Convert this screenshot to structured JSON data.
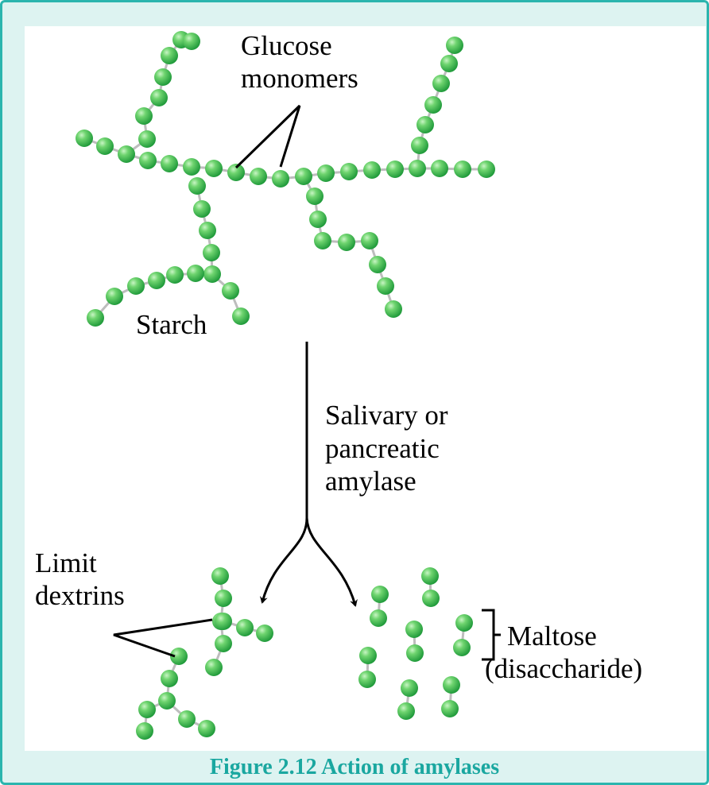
{
  "labels": {
    "glucose_line1": "Glucose",
    "glucose_line2": "monomers",
    "starch": "Starch",
    "enzyme_line1": "Salivary or",
    "enzyme_line2": "pancreatic",
    "enzyme_line3": "amylase",
    "limit_line1": "Limit",
    "limit_line2": "dextrins",
    "maltose_line1": "Maltose",
    "maltose_line2": "(disaccharide)"
  },
  "caption": "Figure 2.12 Action of amylases",
  "colors": {
    "border": "#2bb5ae",
    "background": "#ddf3f1",
    "caption": "#1aa7a0",
    "bead_light": "#8be08b",
    "bead_dark": "#1f9a3a",
    "link": "#bdbdbd"
  }
}
